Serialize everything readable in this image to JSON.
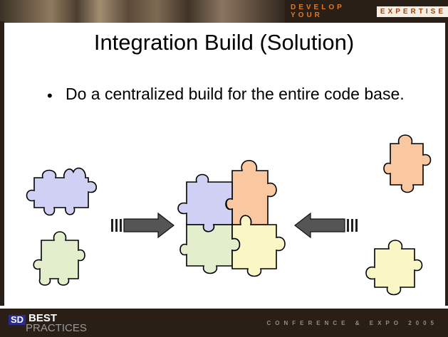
{
  "banner": {
    "text_main": "DEVELOP YOUR",
    "text_highlight": "EXPERTISE"
  },
  "slide": {
    "title": "Integration Build (Solution)",
    "bullet_marker": "•",
    "bullet_text": "Do a centralized build for the entire code base."
  },
  "diagram": {
    "pieces": [
      {
        "name": "purple-puzzle-piece",
        "color": "#d0d0f4"
      },
      {
        "name": "green-puzzle-piece",
        "color": "#e3efcc"
      },
      {
        "name": "orange-puzzle-piece",
        "color": "#f9c8a0"
      },
      {
        "name": "yellow-puzzle-piece",
        "color": "#fbf6c6"
      }
    ],
    "arrows": [
      "right-arrow",
      "left-arrow"
    ]
  },
  "footer": {
    "logo_sd": "SD",
    "logo_best": "BEST",
    "logo_practices": "PRACTICES",
    "tagline": "CONFERENCE & EXPO 2005"
  },
  "colors": {
    "banner_bg": "#2a1f16",
    "banner_text": "#e07a24",
    "footer_bg": "#2a1f16",
    "footer_text": "#8e8e8e",
    "logo_blue": "#2b2b8f"
  }
}
